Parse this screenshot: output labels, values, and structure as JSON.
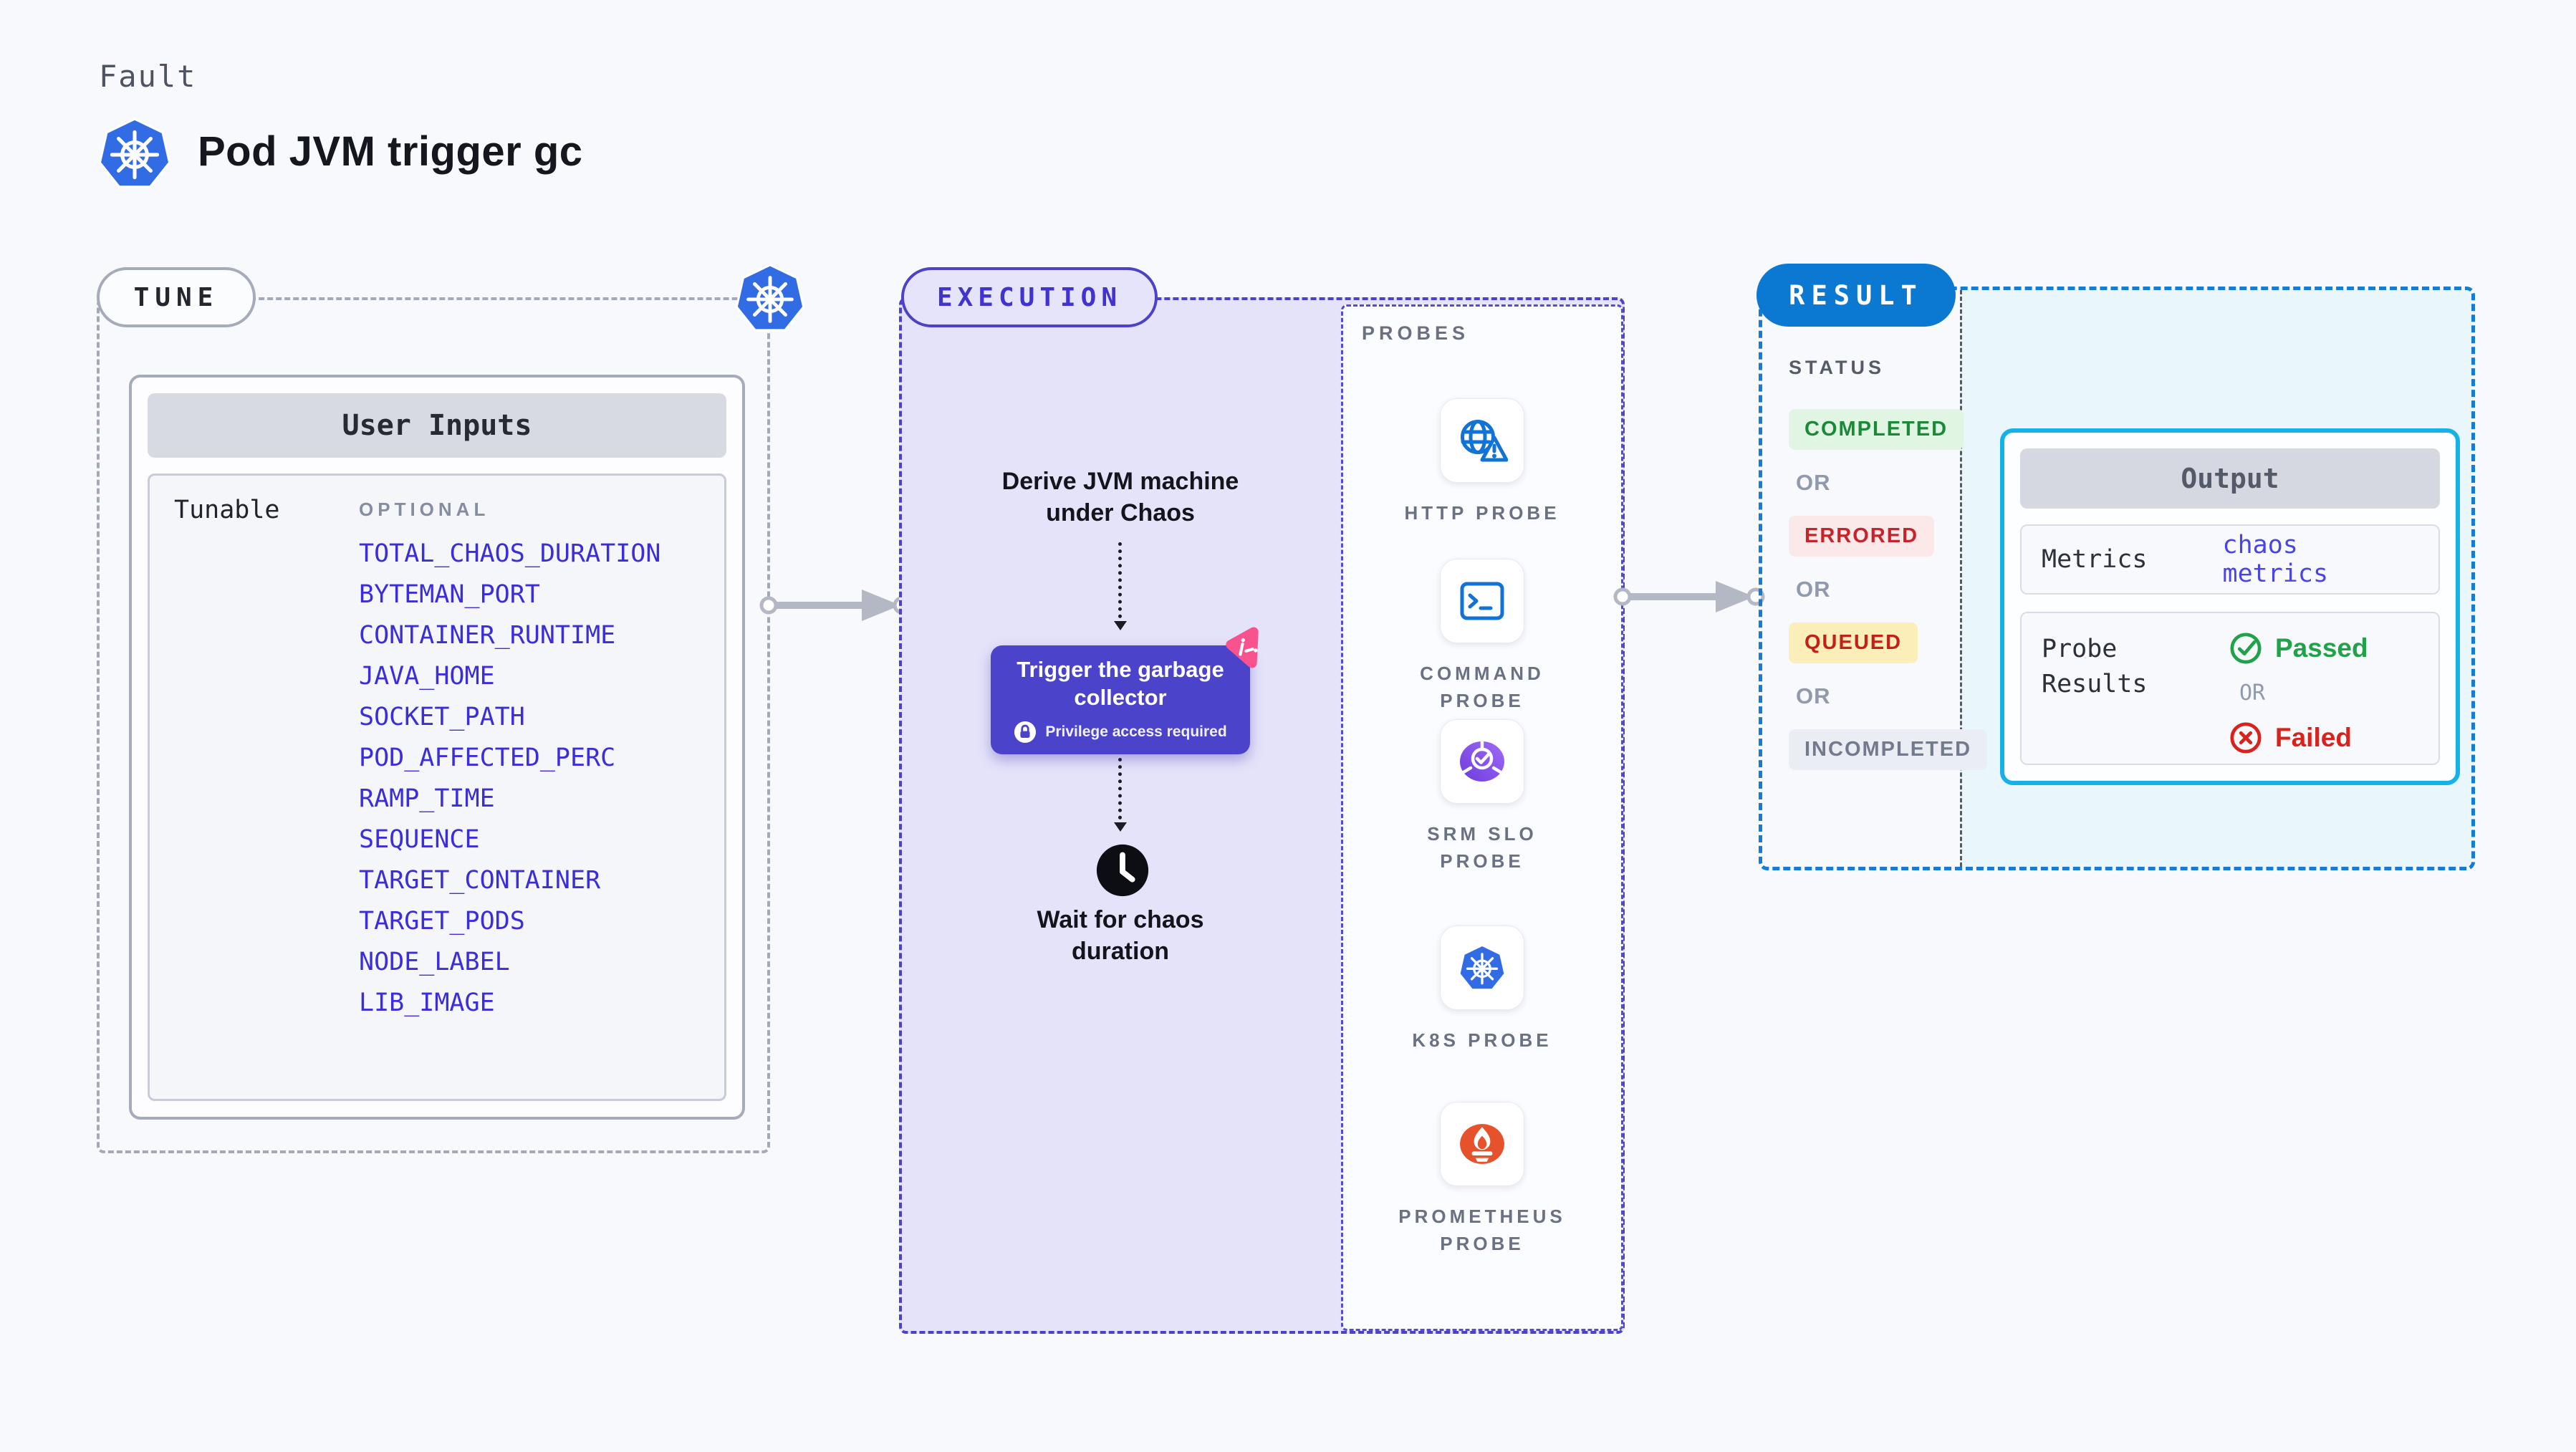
{
  "header": {
    "kicker": "Fault",
    "title": "Pod JVM trigger gc"
  },
  "tune": {
    "badge": "TUNE",
    "user_inputs": {
      "title": "User Inputs",
      "row_label": "Tunable",
      "optional_label": "OPTIONAL",
      "param_groups": [
        [
          "TOTAL_CHAOS_DURATION",
          "BYTEMAN_PORT",
          "CONTAINER_RUNTIME",
          "JAVA_HOME"
        ],
        [
          "SOCKET_PATH",
          "POD_AFFECTED_PERC",
          "RAMP_TIME"
        ],
        [
          "SEQUENCE",
          "TARGET_CONTAINER"
        ],
        [
          "TARGET_PODS"
        ],
        [
          "NODE_LABEL"
        ],
        [
          "LIB_IMAGE"
        ]
      ]
    }
  },
  "execution": {
    "badge": "EXECUTION",
    "derive_label": "Derive JVM machine under Chaos",
    "node": {
      "title": "Trigger the garbage collector",
      "privilege_label": "Privilege access required"
    },
    "wait_label": "Wait for chaos duration"
  },
  "probes": {
    "label": "PROBES",
    "items": [
      {
        "name": "HTTP PROBE",
        "icon": "http-probe-icon"
      },
      {
        "name": "COMMAND PROBE",
        "icon": "command-probe-icon"
      },
      {
        "name": "SRM SLO PROBE",
        "icon": "srm-slo-probe-icon"
      },
      {
        "name": "K8S PROBE",
        "icon": "k8s-probe-icon"
      },
      {
        "name": "PROMETHEUS PROBE",
        "icon": "prometheus-probe-icon"
      }
    ]
  },
  "result": {
    "badge": "RESULT",
    "status_label": "STATUS",
    "or_label": "OR",
    "statuses": [
      {
        "label": "COMPLETED",
        "fg": "#1a8a38",
        "bg": "#e1f5e3"
      },
      {
        "label": "ERRORED",
        "fg": "#c7232a",
        "bg": "#fbe8e8"
      },
      {
        "label": "QUEUED",
        "fg": "#c02218",
        "bg": "#fceeb9"
      },
      {
        "label": "INCOMPLETED",
        "fg": "#737a8e",
        "bg": "#ebedf4"
      }
    ],
    "output": {
      "title": "Output",
      "metrics_label": "Metrics",
      "metrics_value": "chaos metrics",
      "probe_results_label": "Probe Results",
      "passed_label": "Passed",
      "or_label": "OR",
      "failed_label": "Failed"
    }
  },
  "colors": {
    "page_bg": "#f8f9fc",
    "kubernetes_blue": "#326ce5",
    "tune_border_gray": "#a3a9b7",
    "execution_accent": "#4b42c8",
    "execution_bg": "#e5e3fa",
    "node_bg": "#4c43cb",
    "chaos_pink": "#f9538f",
    "param_blue": "#3b2ed8",
    "result_accent": "#147cd4",
    "result_pill_blue": "#0b78d2",
    "result_bg_cyan": "#e9f6fc",
    "output_border_cyan": "#14b2e9",
    "probe_icon_blue": "#1173d4",
    "srm_purple": "#8250df",
    "prometheus_orange": "#e6522c",
    "passed_green": "#21a24a",
    "failed_red": "#d8231d",
    "arrow_gray": "#b4b8c5"
  }
}
